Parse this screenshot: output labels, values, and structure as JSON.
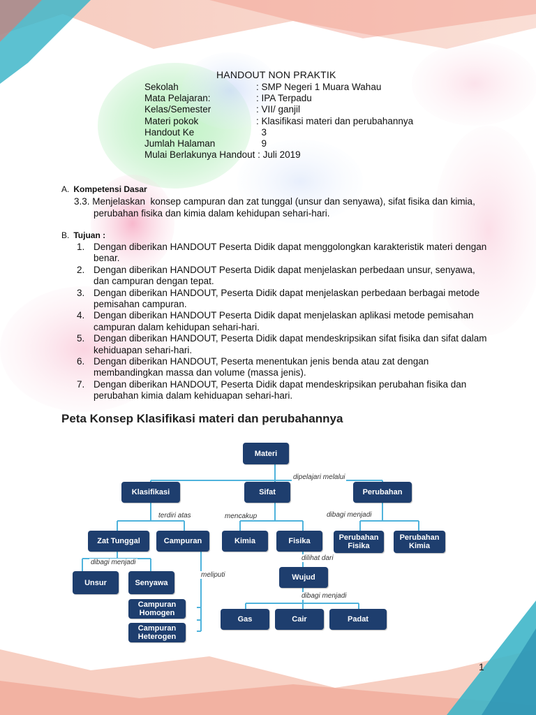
{
  "header": {
    "title": "HANDOUT NON PRAKTIK",
    "meta": [
      {
        "label": "Sekolah",
        "value": ": SMP Negeri 1 Muara Wahau"
      },
      {
        "label": "Mata Pelajaran:",
        "value": ": IPA Terpadu"
      },
      {
        "label": "Kelas/Semester",
        "value": ": VII/ ganjil"
      },
      {
        "label": "Materi pokok",
        "value": ": Klasifikasi materi dan perubahannya"
      },
      {
        "label": "Handout Ke",
        "value": "  3"
      },
      {
        "label": "Jumlah Halaman",
        "value": "  9"
      }
    ],
    "mulai": "Mulai Berlakunya Handout : Juli 2019"
  },
  "kompetensi": {
    "letter": "A.",
    "heading": "Kompetensi Dasar",
    "line1": "3.3. Menjelaskan  konsep campuran dan zat tunggal (unsur dan senyawa), sifat fisika dan kimia,",
    "line2": "perubahan fisika dan kimia dalam kehidupan sehari-hari."
  },
  "tujuan": {
    "letter": "B.",
    "heading": "Tujuan :",
    "items": [
      {
        "num": "1.",
        "text": "Dengan diberikan HANDOUT Peserta Didik dapat menggolongkan karakteristik materi dengan benar."
      },
      {
        "num": "2.",
        "text": "Dengan diberikan HANDOUT Peserta Didik dapat menjelaskan perbedaan unsur, senyawa, dan campuran dengan tepat."
      },
      {
        "num": "3.",
        "text": "Dengan diberikan HANDOUT, Peserta Didik dapat menjelaskan perbedaan berbagai metode pemisahan campuran."
      },
      {
        "num": "4.",
        "text": "Dengan diberikan HANDOUT Peserta Didik dapat menjelaskan aplikasi metode pemisahan campuran dalam kehidupan sehari-hari."
      },
      {
        "num": "5.",
        "text": "Dengan diberikan HANDOUT, Peserta Didik dapat mendeskripsikan sifat fisika dan sifat dalam kehiduapan sehari-hari."
      },
      {
        "num": "6.",
        "text": "Dengan diberikan HANDOUT, Peserta menentukan jenis benda atau zat dengan membandingkan massa dan volume (massa jenis)."
      },
      {
        "num": "7.",
        "text": "Dengan diberikan HANDOUT, Peserta Didik dapat mendeskripsikan perubahan fisika dan perubahan kimia dalam kehiduapan sehari-hari."
      }
    ]
  },
  "peta": {
    "title": "Peta Konsep Klasifikasi materi dan perubahannya",
    "nodes": {
      "materi": "Materi",
      "klasifikasi": "Klasifikasi",
      "sifat": "Sifat",
      "perubahan": "Perubahan",
      "zat_tunggal": "Zat Tunggal",
      "campuran": "Campuran",
      "kimia": "Kimia",
      "fisika": "Fisika",
      "perubahan_fisika": "Perubahan Fisika",
      "perubahan_kimia": "Perubahan Kimia",
      "unsur": "Unsur",
      "senyawa": "Senyawa",
      "wujud": "Wujud",
      "campuran_homogen": "Campuran Homogen",
      "campuran_heterogen": "Campuran Heterogen",
      "gas": "Gas",
      "cair": "Cair",
      "padat": "Padat"
    },
    "relations": {
      "dipelajari_melalui": "dipelajari melalui",
      "terdiri_atas": "terdiri atas",
      "mencakup": "mencakup",
      "dibagi_menjadi_1": "dibagi menjadi",
      "dibagi_menjadi_2": "dibagi menjadi",
      "meliputi": "meliputi",
      "dilihat_dari": "dilihat dari",
      "dibagi_menjadi_3": "dibagi menjadi"
    },
    "node_color": "#1e3e6e",
    "line_color": "#4fb3dc"
  },
  "page_number": "1"
}
